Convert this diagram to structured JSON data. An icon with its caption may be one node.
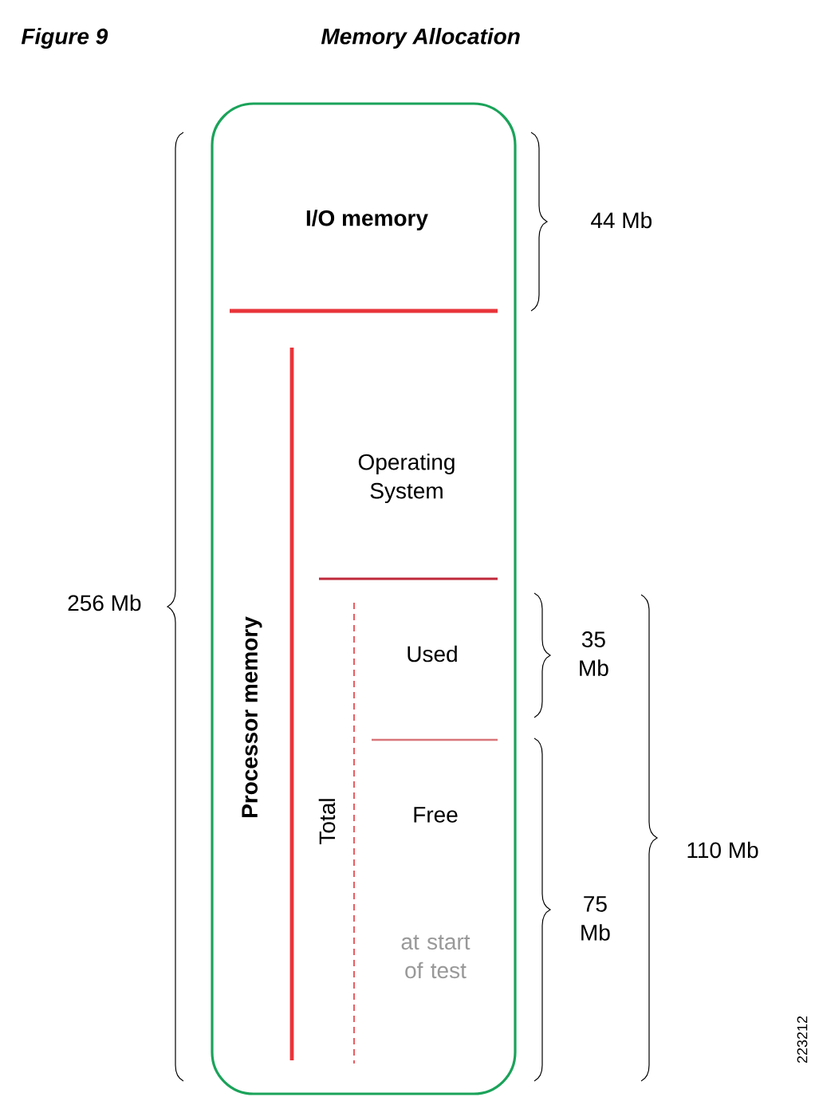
{
  "diagram": {
    "title": "Memory Allocation",
    "nodes": [
      {
        "text": [],
        "shape": "box"
      }
    ],
    "labels": [
      "Figure 9",
      "I/O memory",
      "44 Mb",
      "Operating System",
      "Processor memory",
      "256 Mb",
      "Used",
      "35 Mb",
      "Total",
      "Free",
      "at start of test",
      "75 Mb",
      "110 Mb",
      "223212"
    ]
  }
}
